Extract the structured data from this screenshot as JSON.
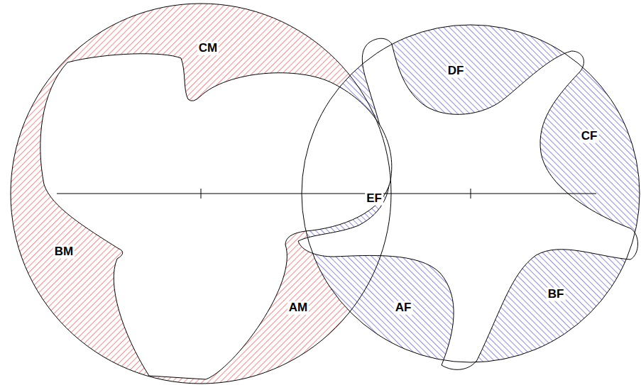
{
  "diagram": {
    "labels": [
      "CM",
      "DF",
      "CF",
      "EF",
      "BM",
      "AM",
      "AF",
      "BF"
    ]
  }
}
